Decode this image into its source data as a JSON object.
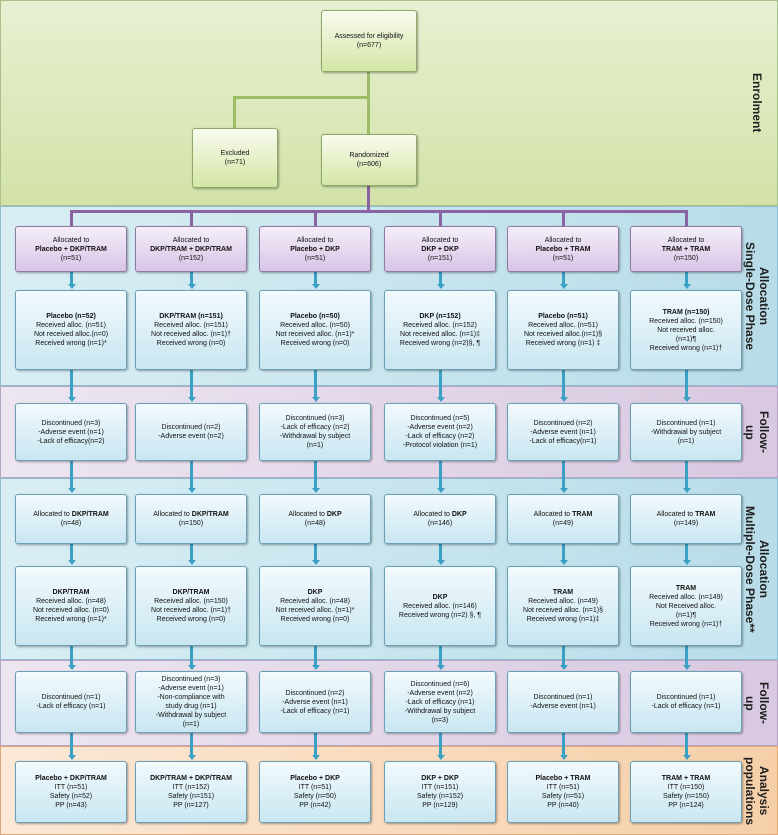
{
  "colors": {
    "enrolment": "#d2e2a8",
    "allocation": "#b8dce8",
    "followup": "#d8c8e0",
    "analysis": "#f6cfa8",
    "line": "#3aa0c4"
  },
  "bands": {
    "enrolment": "Enrolment",
    "single_allocation": "Allocation\nSingle-Dose Phase",
    "followup1": "Follow-\nup",
    "multi_allocation": "Allocation\nMultiple-Dose Phase**",
    "followup2": "Follow-\nup",
    "analysis": "Analysis\npopulations"
  },
  "top": {
    "eligibility": [
      "Assessed for eligibility",
      "(n=677)"
    ],
    "excluded": [
      "Excluded",
      "(n=71)"
    ],
    "randomized": [
      "Randomized",
      "(n=606)"
    ]
  },
  "columns": [
    {
      "alloc1": [
        "Allocated to",
        "Placebo + DKP/TRAM",
        "(n=51)"
      ],
      "recv1": [
        "Placebo (n=52)",
        "Received alloc. (n=51)",
        "Not received alloc.(n=0)",
        "Received wrong (n=1)*"
      ],
      "fu1": [
        "Discontinued (n=3)",
        "-Adverse event (n=1)",
        "-Lack of efficacy(n=2)"
      ],
      "alloc2": [
        "Allocated to DKP/TRAM",
        "(n=48)"
      ],
      "recv2": [
        "DKP/TRAM",
        "Received alloc. (n=48)",
        "Not received alloc. (n=0)",
        "Received wrong (n=1)*"
      ],
      "fu2": [
        "Discontinued (n=1)",
        "-Lack of efficacy (n=1)"
      ],
      "analysis": [
        "Placebo + DKP/TRAM",
        "ITT (n=51)",
        "Safety (n=52)",
        "PP (n=43)"
      ]
    },
    {
      "alloc1": [
        "Allocated to",
        "DKP/TRAM + DKP/TRAM",
        "(n=152)"
      ],
      "recv1": [
        "DKP/TRAM (n=151)",
        "Received alloc. (n=151)",
        "Not received alloc. (n=1)†",
        "Received wrong (n=0)"
      ],
      "fu1": [
        "Discontinued (n=2)",
        "-Adverse event (n=2)"
      ],
      "alloc2": [
        "Allocated to DKP/TRAM",
        "(n=150)"
      ],
      "recv2": [
        "DKP/TRAM",
        "Received alloc. (n=150)",
        "Not received alloc. (n=1)†",
        "Received wrong (n=0)"
      ],
      "fu2": [
        "Discontinued (n=3)",
        "-Adverse event (n=1)",
        "-Non-compliance with",
        "study drug (n=1)",
        "-Withdrawal by subject",
        "(n=1)"
      ],
      "analysis": [
        "DKP/TRAM + DKP/TRAM",
        "ITT (n=152)",
        "Safety (n=151)",
        "PP (n=127)"
      ]
    },
    {
      "alloc1": [
        "Allocated to",
        "Placebo + DKP",
        "(n=51)"
      ],
      "recv1": [
        "Placebo (n=50)",
        "Received alloc. (n=50)",
        "Not received alloc. (n=1)*",
        "Received wrong (n=0)"
      ],
      "fu1": [
        "Discontinued (n=3)",
        "-Lack of efficacy (n=2)",
        "-Withdrawal by subject",
        "(n=1)"
      ],
      "alloc2": [
        "Allocated to DKP",
        "(n=48)"
      ],
      "recv2": [
        "DKP",
        "Received alloc. (n=48)",
        "Not received alloc. (n=1)*",
        "Received wrong (n=0)"
      ],
      "fu2": [
        "Discontinued (n=2)",
        "-Adverse event (n=1)",
        "-Lack of efficacy (n=1)"
      ],
      "analysis": [
        "Placebo + DKP",
        "ITT (n=51)",
        "Safety (n=50)",
        "PP (n=42)"
      ]
    },
    {
      "alloc1": [
        "Allocated to",
        "DKP + DKP",
        "(n=151)"
      ],
      "recv1": [
        "DKP (n=152)",
        "Received alloc. (n=152)",
        "Not received alloc. (n=1)‡",
        "Received wrong (n=2)§, ¶"
      ],
      "fu1": [
        "Discontinued (n=5)",
        "-Adverse event (n=2)",
        "-Lack of efficacy (n=2)",
        "-Protocol violation (n=1)"
      ],
      "alloc2": [
        "Allocated to DKP",
        "(n=146)"
      ],
      "recv2": [
        "DKP",
        "Received alloc. (n=146)",
        "Received wrong (n=2) §, ¶"
      ],
      "fu2": [
        "Discontinued (n=6)",
        "-Adverse event (n=2)",
        "-Lack of efficacy (n=1)",
        "-Withdrawal by subject",
        "(n=3)"
      ],
      "analysis": [
        "DKP + DKP",
        "ITT (n=151)",
        "Safety (n=152)",
        "PP (n=129)"
      ]
    },
    {
      "alloc1": [
        "Allocated to",
        "Placebo + TRAM",
        "(n=51)"
      ],
      "recv1": [
        "Placebo (n=51)",
        "Received alloc. (n=51)",
        "Not received alloc.(n=1)§",
        "Received wrong (n=1) ‡"
      ],
      "fu1": [
        "Discontinued (n=2)",
        "-Adverse event (n=1)",
        "-Lack of efficacy(n=1)"
      ],
      "alloc2": [
        "Allocated to TRAM",
        "(n=49)"
      ],
      "recv2": [
        "TRAM",
        "Received alloc. (n=49)",
        "Not received alloc. (n=1)§",
        "Received wrong (n=1)‡"
      ],
      "fu2": [
        "Discontinued (n=1)",
        "-Adverse event (n=1)"
      ],
      "analysis": [
        "Placebo + TRAM",
        "ITT (n=51)",
        "Safety (n=51)",
        "PP (n=40)"
      ]
    },
    {
      "alloc1": [
        "Allocated to",
        "TRAM + TRAM",
        "(n=150)"
      ],
      "recv1": [
        "TRAM (n=150)",
        "Received alloc. (n=150)",
        "Not  received alloc.",
        "(n=1)¶",
        "Received wrong (n=1)†"
      ],
      "fu1": [
        "Discontinued (n=1)",
        "-Withdrawal by subject",
        "(n=1)"
      ],
      "alloc2": [
        "Allocated to TRAM",
        "(n=149)"
      ],
      "recv2": [
        "TRAM",
        "Received alloc. (n=149)",
        "Not Received alloc.",
        "(n=1)¶",
        "Received wrong (n=1)†"
      ],
      "fu2": [
        "Discontinued (n=1)",
        "-Lack of efficacy (n=1)"
      ],
      "analysis": [
        "TRAM + TRAM",
        "ITT (n=150)",
        "Safety (n=150)",
        "PP (n=124)"
      ]
    }
  ]
}
